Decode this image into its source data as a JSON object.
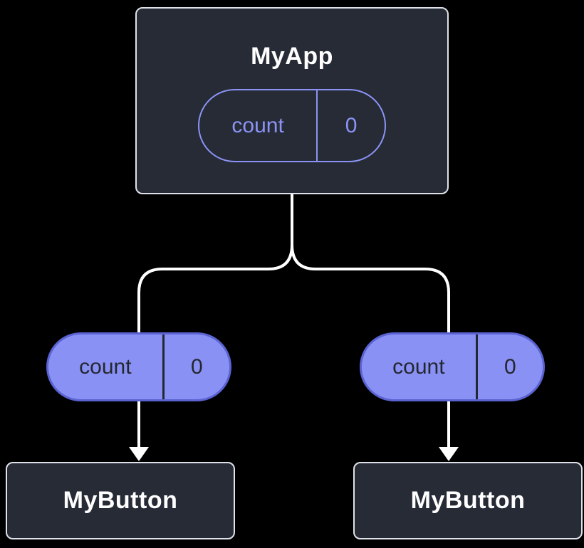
{
  "diagram": {
    "root": {
      "title": "MyApp",
      "state": {
        "name": "count",
        "value": "0"
      }
    },
    "edges": [
      {
        "prop": {
          "name": "count",
          "value": "0"
        },
        "child": {
          "title": "MyButton"
        }
      },
      {
        "prop": {
          "name": "count",
          "value": "0"
        },
        "child": {
          "title": "MyButton"
        }
      }
    ],
    "colors": {
      "background": "#000000",
      "node_fill": "#262b36",
      "node_border": "#dfe2e8",
      "node_text": "#ffffff",
      "state_pill_outline": "#8b93f6",
      "prop_pill_fill": "#8a91f4",
      "prop_pill_border": "#5b63d3",
      "prop_pill_text": "#23272f",
      "connector": "#ffffff"
    }
  }
}
